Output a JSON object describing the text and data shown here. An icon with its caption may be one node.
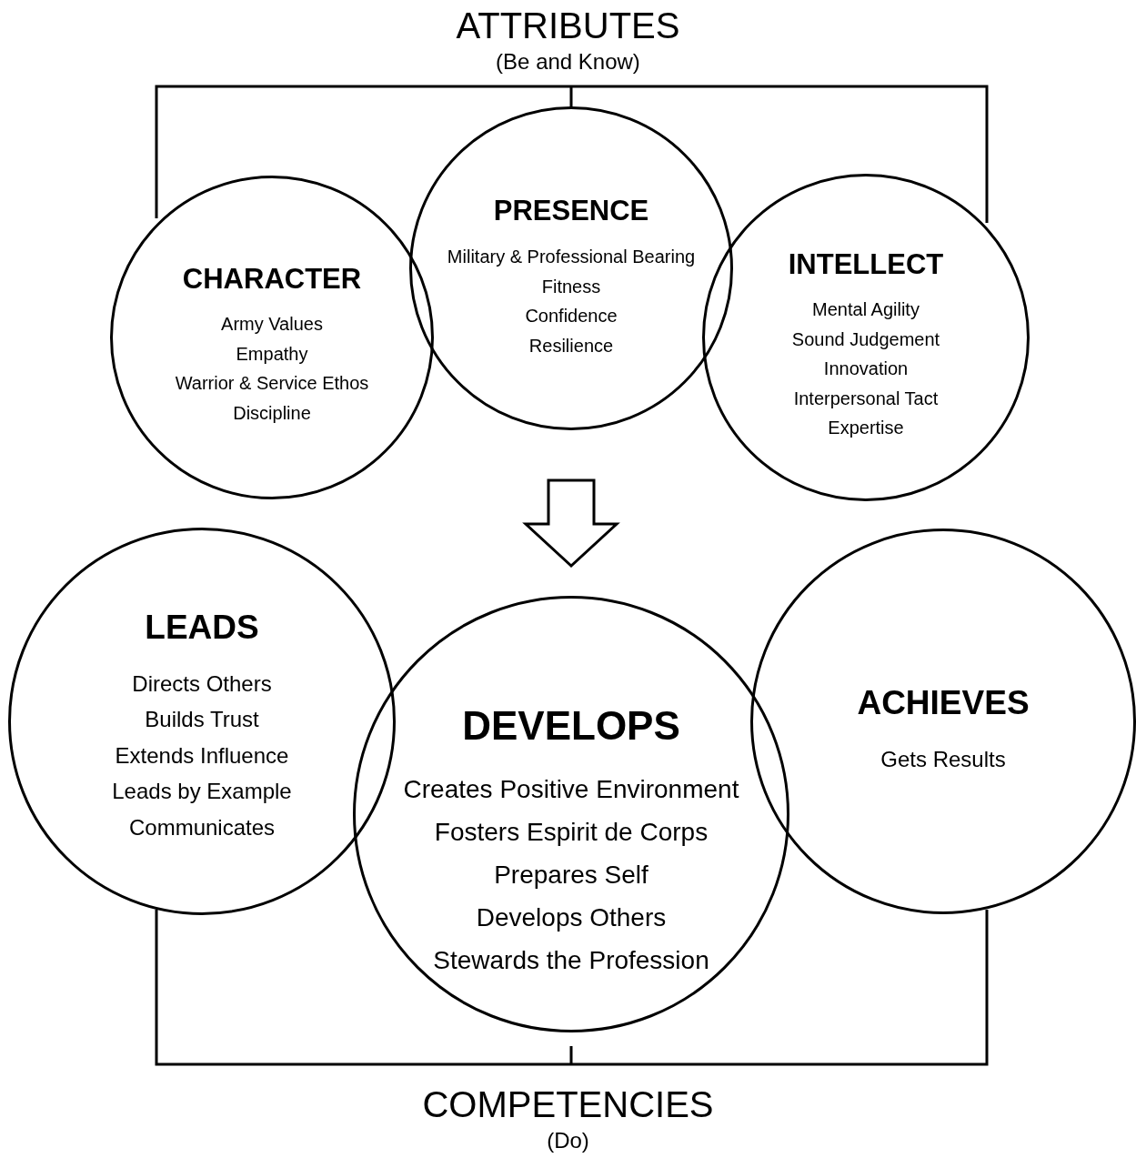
{
  "diagram": {
    "nodes": [
      {
        "text": [
          "CHARACTER",
          "Army Values",
          "Empathy",
          "Warrior & Service Ethos",
          "Discipline"
        ]
      },
      {
        "text": [
          "PRESENCE",
          "Military & Professional Bearing",
          "Fitness",
          "Confidence",
          "Resilience"
        ]
      },
      {
        "text": [
          "INTELLECT",
          "Mental Agility",
          "Sound Judgement",
          "Innovation",
          "Interpersonal Tact",
          "Expertise"
        ]
      },
      {
        "text": [
          "LEADS",
          "Directs Others",
          "Builds Trust",
          "Extends Influence",
          "Leads by Example",
          "Communicates"
        ]
      },
      {
        "text": [
          "DEVELOPS",
          "Creates Positive Environment",
          "Fosters Espirit de Corps",
          "Prepares Self",
          "Develops Others",
          "Stewards the Profession"
        ]
      },
      {
        "text": [
          "ACHIEVES",
          "Gets Results"
        ]
      }
    ],
    "edges": [],
    "labels": [
      "ATTRIBUTES",
      "(Be and Know)",
      "COMPETENCIES",
      "(Do)"
    ]
  }
}
